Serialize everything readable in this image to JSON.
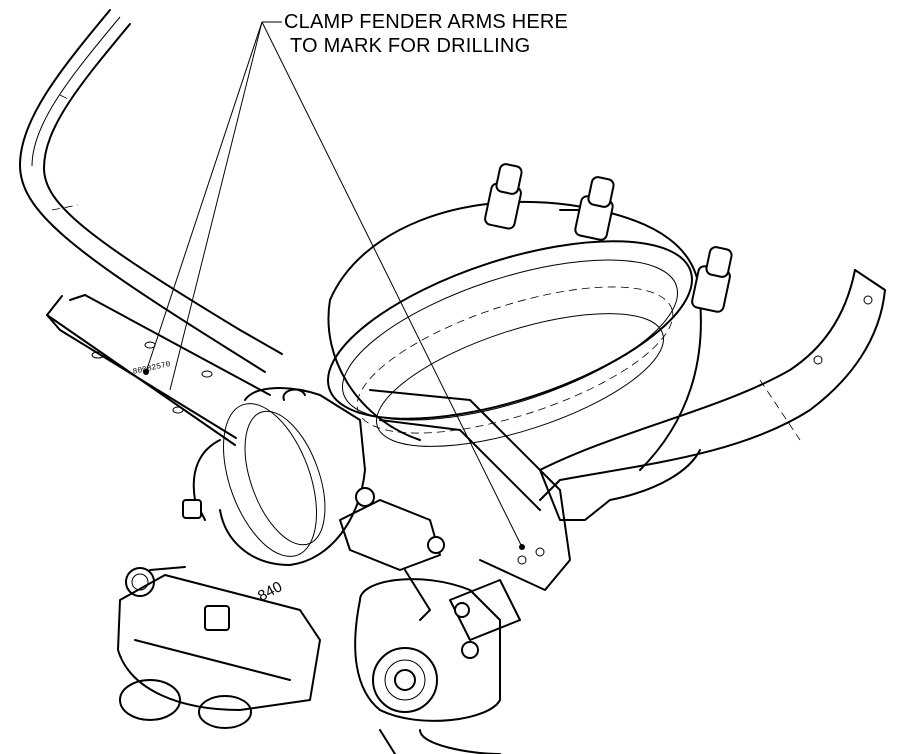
{
  "callout": {
    "line1": "CLAMP FENDER ARMS HERE",
    "line2": "TO MARK FOR DRILLING"
  },
  "labels": {
    "part_number": "840",
    "stamp": "80082570"
  }
}
